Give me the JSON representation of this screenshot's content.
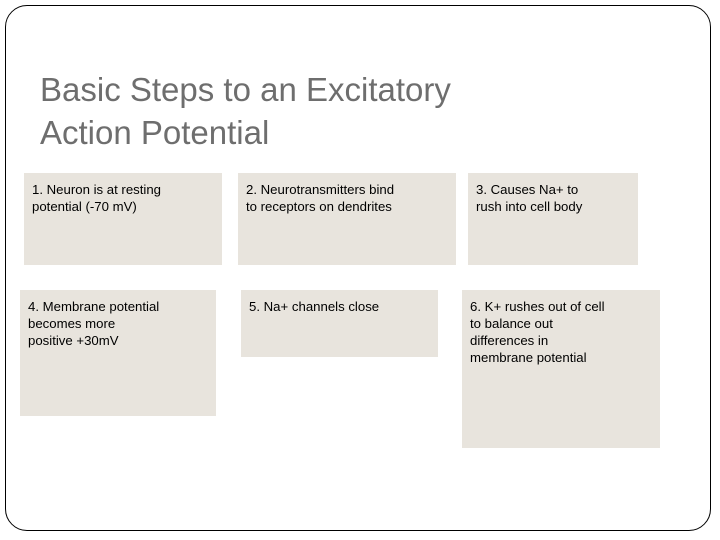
{
  "slide": {
    "title": "Basic Steps to an Excitatory\nAction Potential",
    "title_color": "#6e6e6e",
    "background_color": "#ffffff",
    "frame_border_color": "#000000",
    "box_fill_color": "#e8e4dd",
    "box_text_color": "#000000",
    "steps": [
      {
        "number": "1",
        "text": "1. Neuron is at resting\npotential   (-70 mV)"
      },
      {
        "number": "2",
        "text": "2. Neurotransmitters bind\nto receptors on dendrites"
      },
      {
        "number": "3",
        "text": "3. Causes Na+ to\nrush into cell body"
      },
      {
        "number": "4",
        "text": "4. Membrane potential\nbecomes more\npositive +30mV"
      },
      {
        "number": "5",
        "text": "5. Na+ channels close"
      },
      {
        "number": "6",
        "text": "6. K+ rushes out of cell\nto balance out\ndifferences in\nmembrane potential"
      }
    ]
  }
}
